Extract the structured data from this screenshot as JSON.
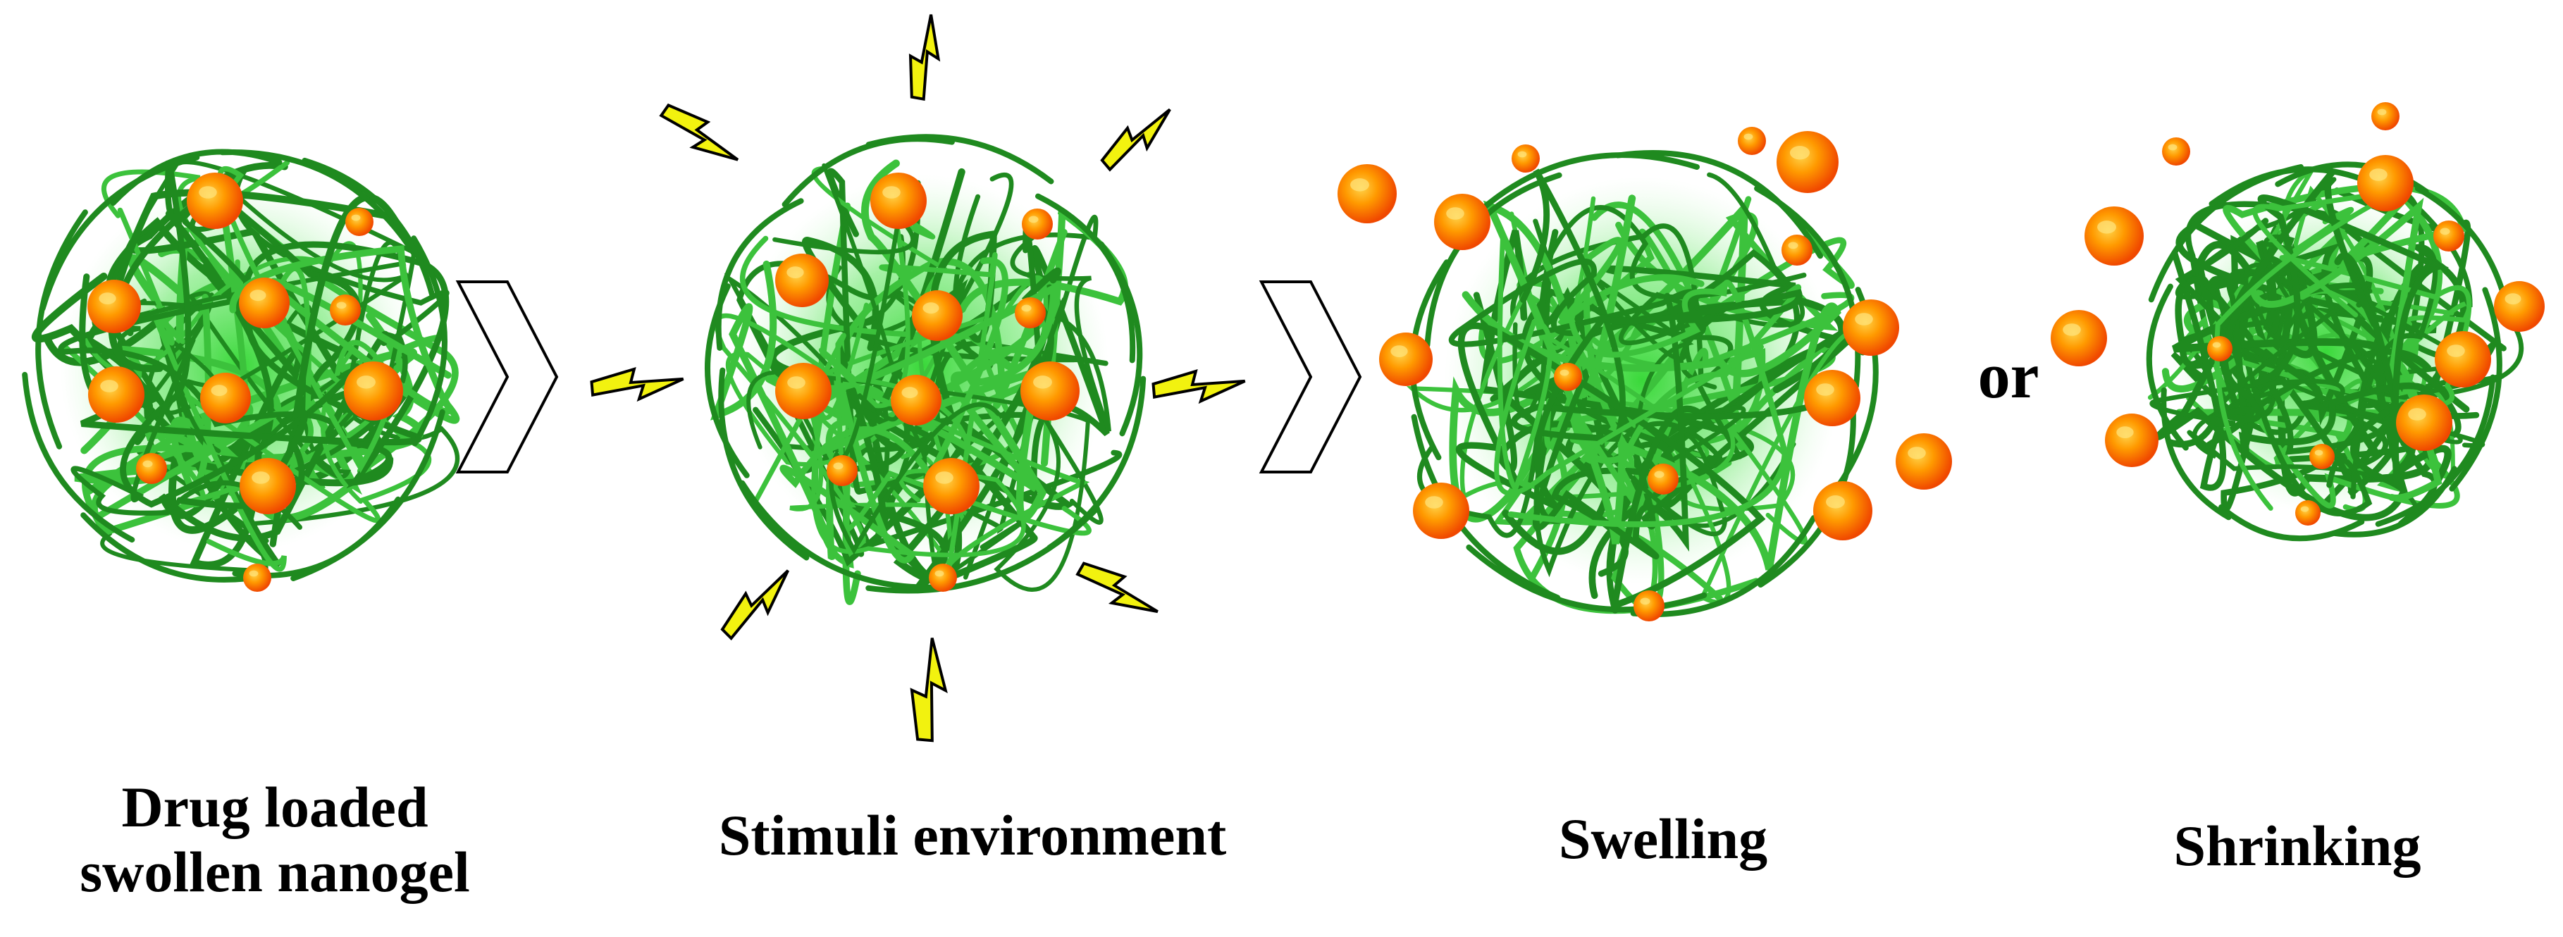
{
  "stages": [
    {
      "label": "Drug loaded\nswollen nanogel"
    },
    {
      "label": "Stimuli environment"
    },
    {
      "label": "Swelling"
    },
    {
      "label": "Shrinking"
    }
  ],
  "or_text": "or",
  "colors": {
    "gel_strand_dark": "#1f8a1f",
    "gel_strand_light": "#3cc23c",
    "gel_core": "#5cdc5c",
    "drug_outer": "#ff5a00",
    "drug_inner": "#ffb000",
    "bolt_fill": "#f2f20f",
    "arrow_fill": "#ffffff"
  }
}
